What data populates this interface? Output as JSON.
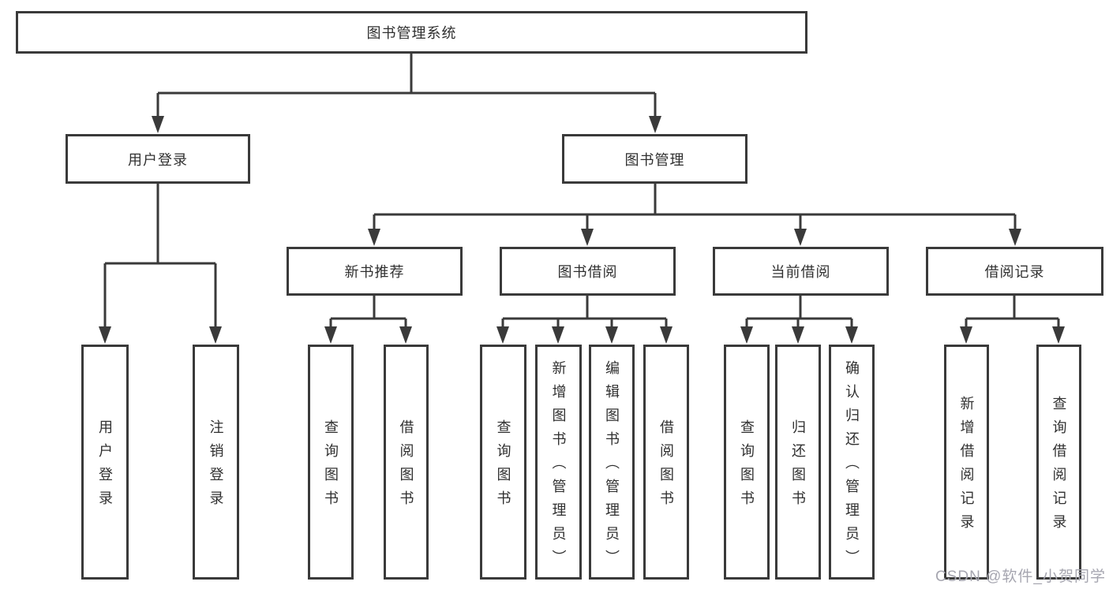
{
  "diagram": {
    "title": "图书管理系统",
    "colors": {
      "line": "#3a3a3a",
      "box_border": "#3a3a3a",
      "text": "#303030",
      "background": "#ffffff",
      "watermark": "#a6a6b0"
    },
    "tree": {
      "root": {
        "label": "图书管理系统"
      },
      "branches": [
        {
          "label": "用户登录",
          "children": [
            {
              "label": "用户登录"
            },
            {
              "label": "注销登录"
            }
          ]
        },
        {
          "label": "图书管理",
          "children": [
            {
              "label": "新书推荐",
              "children": [
                {
                  "label": "查询图书"
                },
                {
                  "label": "借阅图书"
                }
              ]
            },
            {
              "label": "图书借阅",
              "children": [
                {
                  "label": "查询图书"
                },
                {
                  "label": "新增图书（管理员）"
                },
                {
                  "label": "编辑图书（管理员）"
                },
                {
                  "label": "借阅图书"
                }
              ]
            },
            {
              "label": "当前借阅",
              "children": [
                {
                  "label": "查询图书"
                },
                {
                  "label": "归还图书"
                },
                {
                  "label": "确认归还（管理员）"
                }
              ]
            },
            {
              "label": "借阅记录",
              "children": [
                {
                  "label": "新增借阅记录"
                },
                {
                  "label": "查询借阅记录"
                }
              ]
            }
          ]
        }
      ]
    }
  },
  "watermark": {
    "text": "CSDN @软件_小贺同学"
  }
}
